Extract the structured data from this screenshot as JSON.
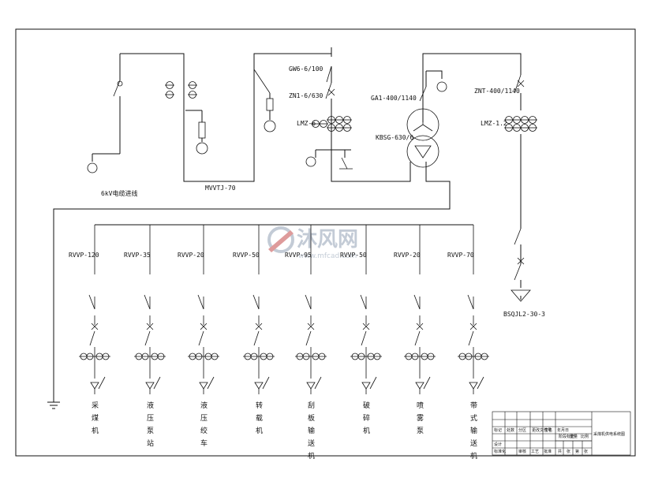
{
  "incoming": {
    "line_6kv": "6kV电缆进线",
    "cable_main": "MVVTJ-70",
    "switch_gw": "GW6-6/100",
    "switch_zn": "ZN1-6/630",
    "ct_lmz": "LMZ-6",
    "disconnector_ga": "GA1-400/1140",
    "transformer": "KBSG-630/6",
    "breaker_low": "ZNT-400/1140",
    "ct_low": "LMZ-1.2",
    "lighting": "BSQJL2-30-3"
  },
  "feeders": [
    {
      "cable": "RVVP-120",
      "name": "采\n煤\n机"
    },
    {
      "cable": "RVVP-35",
      "name": "液\n压\n泵\n站"
    },
    {
      "cable": "RVVP-20",
      "name": "液\n压\n绞\n车"
    },
    {
      "cable": "RVVP-50",
      "name": "转\n载\n机"
    },
    {
      "cable": "RVVP-95",
      "name": "刮\n板\n输\n送\n机"
    },
    {
      "cable": "RVVP-50",
      "name": "破\n碎\n机"
    },
    {
      "cable": "RVVP-20",
      "name": "喷\n雾\n泵"
    },
    {
      "cable": "RVVP-70",
      "name": "带\n式\n输\n送\n机"
    }
  ],
  "title_block": {
    "drawing_name": "采煤机供电系统图",
    "cells": [
      "标记",
      "处数",
      "分区",
      "更改文件号",
      "签名",
      "年月日",
      "阶段标记",
      "重量",
      "比例",
      "设计",
      "标准化",
      "审核",
      "工艺",
      "批准",
      "共",
      "张",
      "第",
      "张"
    ]
  },
  "watermark": {
    "brand": "沐风网",
    "url": "www.mfcad.com"
  }
}
